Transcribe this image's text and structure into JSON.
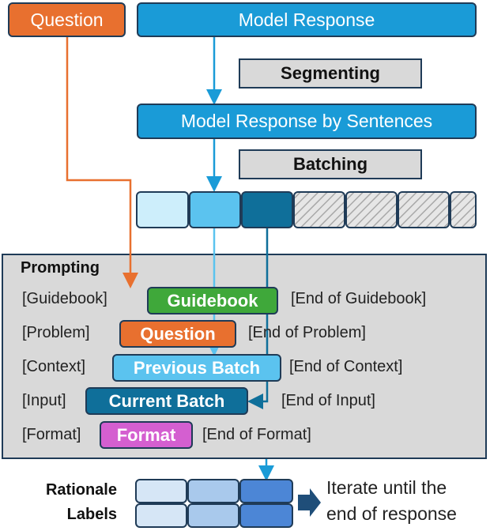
{
  "top": {
    "question": "Question",
    "model_response": "Model Response",
    "segmenting": "Segmenting",
    "model_response_by_sentences": "Model Response by Sentences",
    "batching": "Batching"
  },
  "prompting": {
    "title": "Prompting",
    "rows": [
      {
        "open": "[Guidebook]",
        "label": "Guidebook",
        "close": "[End of Guidebook]"
      },
      {
        "open": "[Problem]",
        "label": "Question",
        "close": "[End of Problem]"
      },
      {
        "open": "[Context]",
        "label": "Previous Batch",
        "close": "[End of Context]"
      },
      {
        "open": "[Input]",
        "label": "Current Batch",
        "close": "[End of Input]"
      },
      {
        "open": "[Format]",
        "label": "Format",
        "close": "[End of Format]"
      }
    ]
  },
  "bottom": {
    "rationale": "Rationale",
    "labels": "Labels",
    "iterate_line1": "Iterate until the",
    "iterate_line2": "end of response"
  },
  "colors": {
    "orange": "#e8702f",
    "blue": "#1a9bd7",
    "green": "#3fa83a",
    "lightblue": "#5bc3ef",
    "darkblue": "#0f6f9a",
    "magenta": "#d45fd0",
    "gray": "#d9d9d9"
  }
}
